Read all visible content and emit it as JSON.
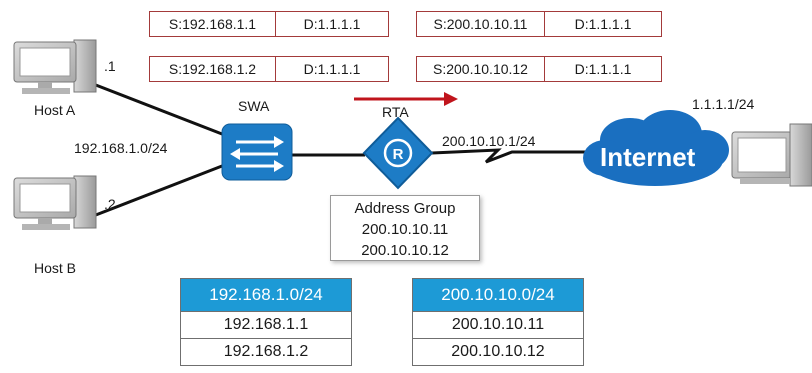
{
  "packets": [
    {
      "src": "S:192.168.1.1",
      "dst": "D:1.1.1.1"
    },
    {
      "src": "S:192.168.1.2",
      "dst": "D:1.1.1.1"
    },
    {
      "src": "S:200.10.10.11",
      "dst": "D:1.1.1.1"
    },
    {
      "src": "S:200.10.10.12",
      "dst": "D:1.1.1.1"
    }
  ],
  "hosts": {
    "a": {
      "name": "Host A",
      "suffix": ".1"
    },
    "b": {
      "name": "Host B",
      "suffix": ".2"
    }
  },
  "lan_subnet": "192.168.1.0/24",
  "switch_label": "SWA",
  "router_label": "RTA",
  "router_wan_ip": "200.10.10.1/24",
  "internet_label": "Internet",
  "server_ip": "1.1.1.1/24",
  "address_group": {
    "title": "Address Group",
    "entries": [
      "200.10.10.11",
      "200.10.10.12"
    ]
  },
  "tables": {
    "private": {
      "header": "192.168.1.0/24",
      "rows": [
        "192.168.1.1",
        "192.168.1.2"
      ]
    },
    "public": {
      "header": "200.10.10.0/24",
      "rows": [
        "200.10.10.11",
        "200.10.10.12"
      ]
    }
  },
  "colors": {
    "device_blue": "#1d7cc6",
    "cloud_blue": "#1a6fc0",
    "table_header": "#1d9ad6",
    "arrow_red": "#c0141c",
    "packet_border": "#a33a3a"
  }
}
